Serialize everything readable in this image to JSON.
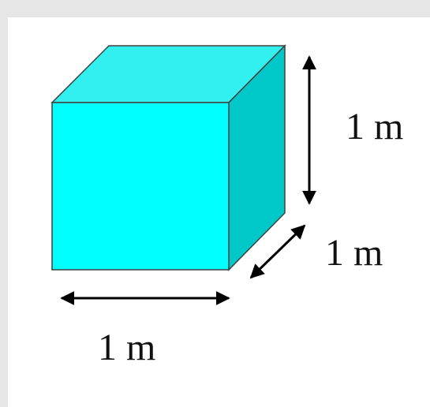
{
  "labels": {
    "height": "1 m",
    "depth": "1 m",
    "width": "1 m"
  },
  "colors": {
    "background": "#e6e6e6",
    "panel": "#ffffff",
    "front_face": "#00ffff",
    "top_face": "#33f0f0",
    "side_face": "#00c8c8",
    "edge": "#404040",
    "arrow": "#000000"
  }
}
